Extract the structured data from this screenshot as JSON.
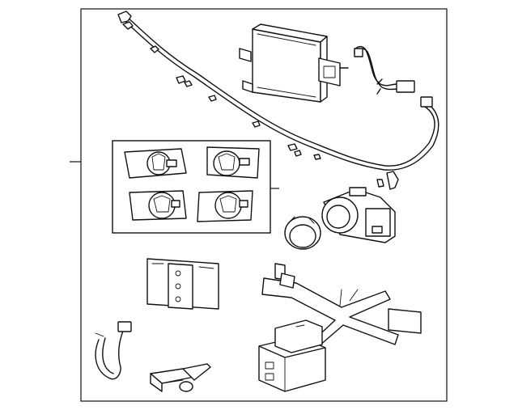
{
  "diagram": {
    "parts": [
      {
        "id": "wiring-harness",
        "icon": "wire-harness-icon"
      },
      {
        "id": "control-module",
        "icon": "control-module-icon"
      },
      {
        "id": "sensor-retainer-kit",
        "icon": "retainer-bracket-icon",
        "count": 4
      },
      {
        "id": "parking-sensor",
        "icon": "parking-sensor-icon"
      },
      {
        "id": "sensor-grommet",
        "icon": "grommet-ring-icon"
      },
      {
        "id": "mounting-bracket",
        "icon": "mounting-plate-icon"
      },
      {
        "id": "cross-bracket",
        "icon": "cross-bracket-icon"
      },
      {
        "id": "connector-pigtail",
        "icon": "pigtail-connector-icon"
      },
      {
        "id": "clip",
        "icon": "clip-icon"
      },
      {
        "id": "connector-block",
        "icon": "connector-block-icon"
      }
    ],
    "colors": {
      "line": "#111111",
      "background": "#ffffff"
    }
  }
}
